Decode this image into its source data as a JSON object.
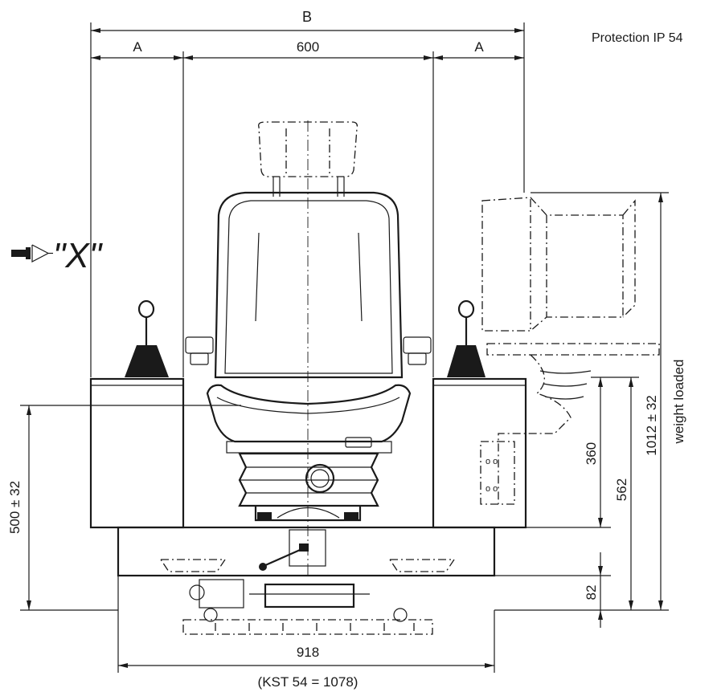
{
  "labels": {
    "dim_b": "B",
    "dim_a_left": "A",
    "dim_600": "600",
    "dim_a_right": "A",
    "protection": "Protection IP 54",
    "view_marker": "\"X\"",
    "dim_500": "500 ± 32",
    "dim_360": "360",
    "dim_562": "562",
    "dim_1012": "1012 ± 32",
    "weight_loaded": "weight  loaded",
    "dim_82": "82",
    "dim_918": "918",
    "kst_note": "(KST 54 = 1078)"
  },
  "icons": {
    "view_arrow": "view-direction-arrow-icon"
  }
}
